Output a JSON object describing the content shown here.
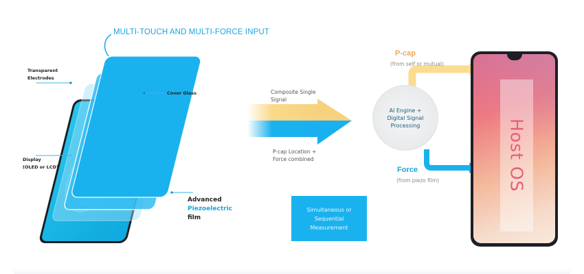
{
  "diagram": {
    "title": "MULTI-TOUCH AND MULTI-FORCE INPUT",
    "layers": {
      "transparent_electrodes": [
        "Transparent",
        "Electrodes"
      ],
      "cover_glass": "Cover Glass",
      "display": [
        "Display",
        "(OLED or LCD)"
      ],
      "piezo_film": {
        "line1": "Advanced",
        "line2": "Piezoelectric",
        "line3": "film"
      }
    },
    "signal_arrow": {
      "top_label": [
        "Composite Single",
        "Signal"
      ],
      "bottom_label": [
        "P-cap Location +",
        "Force combined"
      ]
    },
    "measurement_box": [
      "Simultaneous or",
      "Sequential",
      "Measurement"
    ],
    "processor": [
      "AI Engine +",
      "Digital Signal",
      "Processing"
    ],
    "outputs": {
      "pcap": {
        "title": "P-cap",
        "subtitle": "(from self or mutual)"
      },
      "force": {
        "title": "Force",
        "subtitle": "(from piezo film)"
      }
    },
    "host": "Host OS"
  },
  "colors": {
    "accent_blue": "#1aa6e0",
    "layer_blue": "#1ab2ee",
    "pcap_yellow": "#f9d98a",
    "pcap_title": "#f0a860",
    "host_pink": "#e36079",
    "phone_frame": "#1d1f24"
  }
}
